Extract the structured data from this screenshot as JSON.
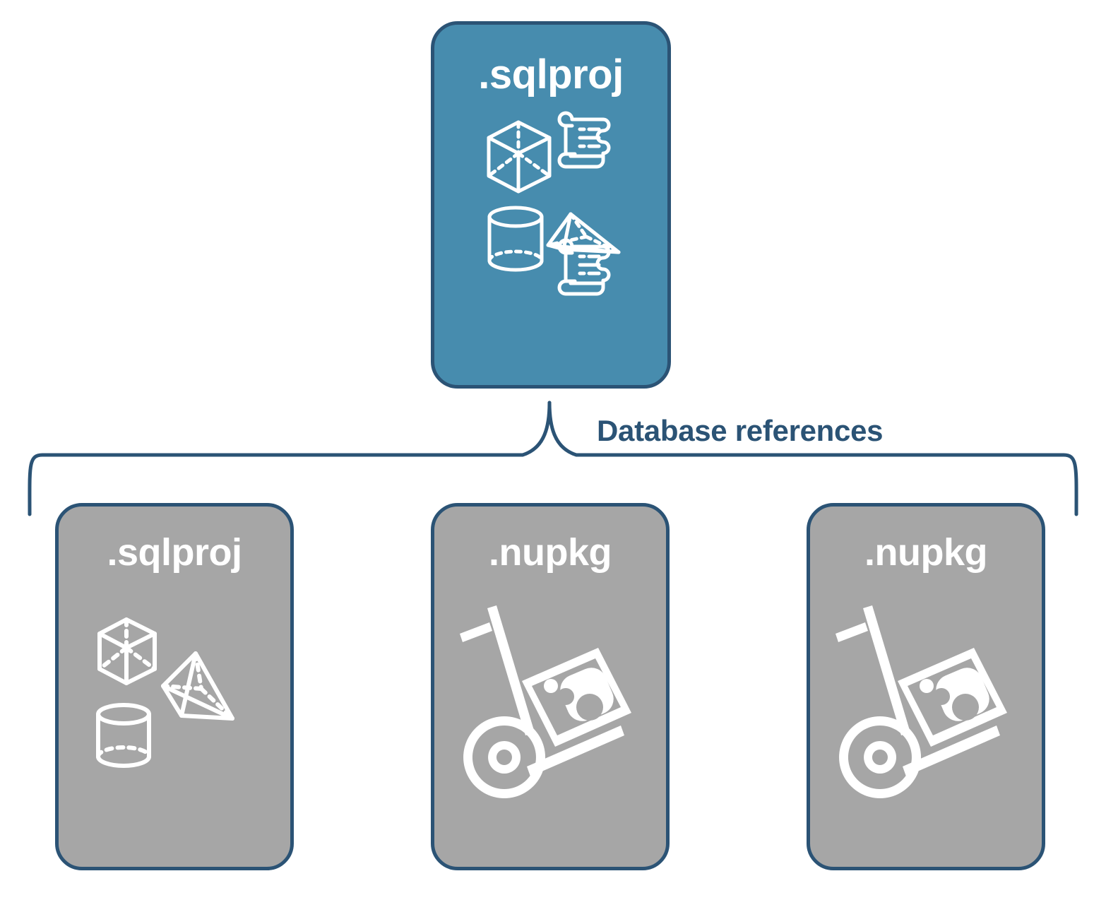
{
  "diagram": {
    "title": "Database references",
    "colors": {
      "accent_blue": "#478CAE",
      "outline_navy": "#2B5375",
      "reference_gray": "#A6A6A6",
      "icon_white": "#FFFFFF",
      "background": "#FFFFFF"
    },
    "root": {
      "label": ".sqlproj",
      "icons": [
        "cube-wireframe-icon",
        "pyramid-wireframe-icon",
        "cylinder-wireframe-icon",
        "scroll-script-icon",
        "scroll-script-icon"
      ]
    },
    "connector": {
      "label": "Database references",
      "style": "curly-brace-down"
    },
    "references": [
      {
        "label": ".sqlproj",
        "icons": [
          "cube-wireframe-icon",
          "pyramid-wireframe-icon",
          "cylinder-wireframe-icon"
        ]
      },
      {
        "label": ".nupkg",
        "icons": [
          "hand-truck-package-icon"
        ]
      },
      {
        "label": ".nupkg",
        "icons": [
          "hand-truck-package-icon"
        ]
      }
    ]
  }
}
